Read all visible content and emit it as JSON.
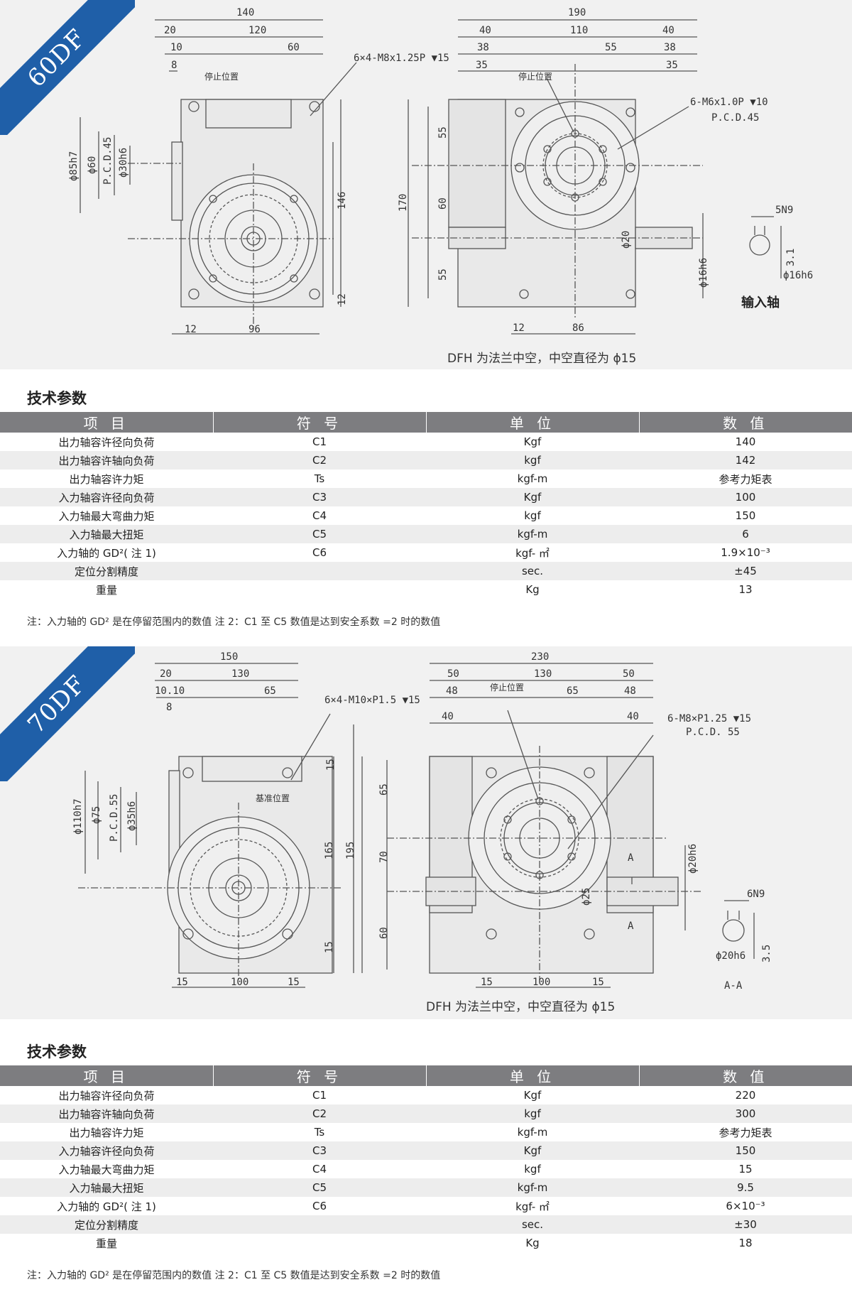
{
  "sections": [
    {
      "model": "60DF",
      "caption": "DFH 为法兰中空，中空直径为 ϕ15",
      "heading": "技术参数",
      "columns": [
        "项 目",
        "符 号",
        "单 位",
        "数 值"
      ],
      "rows": [
        [
          "出力轴容许径向负荷",
          "C1",
          "Kgf",
          "140"
        ],
        [
          "出力轴容许轴向负荷",
          "C2",
          "kgf",
          "142"
        ],
        [
          "出力轴容许力矩",
          "Ts",
          "kgf-m",
          "参考力矩表"
        ],
        [
          "入力轴容许径向负荷",
          "C3",
          "Kgf",
          "100"
        ],
        [
          "入力轴最大弯曲力矩",
          "C4",
          "kgf",
          "150"
        ],
        [
          "入力轴最大扭矩",
          "C5",
          "kgf-m",
          "6"
        ],
        [
          "入力轴的 GD²( 注 1)",
          "C6",
          "kgf- ㎡",
          "1.9×10⁻³"
        ],
        [
          "定位分割精度",
          "",
          "sec.",
          "±45"
        ],
        [
          "重量",
          "",
          "Kg",
          "13"
        ]
      ],
      "note": "注：入力轴的 GD² 是在停留范围内的数值   注 2：C1 至 C5 数值是达到安全系数 =2 时的数值",
      "labels": {
        "front_dims": [
          "140",
          "20",
          "120",
          "10",
          "60",
          "8",
          "6×4-M8x1.25P ▼15",
          "停止位置",
          "ϕ85h7",
          "ϕ60",
          "P.C.D.45",
          "ϕ30h6",
          "146",
          "12",
          "12",
          "96"
        ],
        "side_dims": [
          "190",
          "40",
          "110",
          "40",
          "38",
          "55",
          "38",
          "35",
          "35",
          "停止位置",
          "6-M6x1.0P ▼10",
          "P.C.D.45",
          "55",
          "60",
          "170",
          "55",
          "ϕ20",
          "ϕ16h6",
          "12",
          "86"
        ],
        "input_shaft": [
          "5N9",
          "3.1",
          "ϕ16h6",
          "输入轴"
        ]
      }
    },
    {
      "model": "70DF",
      "caption": "DFH 为法兰中空，中空直径为 ϕ15",
      "heading": "技术参数",
      "columns": [
        "项 目",
        "符 号",
        "单 位",
        "数 值"
      ],
      "rows": [
        [
          "出力轴容许径向负荷",
          "C1",
          "Kgf",
          "220"
        ],
        [
          "出力轴容许轴向负荷",
          "C2",
          "kgf",
          "300"
        ],
        [
          "出力轴容许力矩",
          "Ts",
          "kgf-m",
          "参考力矩表"
        ],
        [
          "入力轴容许径向负荷",
          "C3",
          "Kgf",
          "150"
        ],
        [
          "入力轴最大弯曲力矩",
          "C4",
          "kgf",
          "15"
        ],
        [
          "入力轴最大扭矩",
          "C5",
          "kgf-m",
          "9.5"
        ],
        [
          "入力轴的 GD²( 注 1)",
          "C6",
          "kgf- ㎡",
          "6×10⁻³"
        ],
        [
          "定位分割精度",
          "",
          "sec.",
          "±30"
        ],
        [
          "重量",
          "",
          "Kg",
          "18"
        ]
      ],
      "note": "注：入力轴的 GD² 是在停留范围内的数值   注 2：C1 至 C5 数值是达到安全系数 =2 时的数值",
      "labels": {
        "front_dims": [
          "150",
          "20",
          "130",
          "10.10",
          "65",
          "8",
          "6×4-M10×P1.5 ▼15",
          "15",
          "基准位置",
          "ϕ110h7",
          "ϕ75",
          "P.C.D.55",
          "ϕ35h6",
          "165",
          "195",
          "15",
          "15",
          "100",
          "15"
        ],
        "side_dims": [
          "230",
          "50",
          "130",
          "50",
          "48",
          "停止位置",
          "65",
          "48",
          "40",
          "40",
          "6-M8×P1.25 ▼15",
          "P.C.D. 55",
          "65",
          "70",
          "60",
          "A",
          "ϕ25",
          "A",
          "ϕ20h6",
          "15",
          "100",
          "15"
        ],
        "input_shaft": [
          "6N9",
          "3.5",
          "ϕ20h6",
          "A-A"
        ]
      }
    }
  ]
}
